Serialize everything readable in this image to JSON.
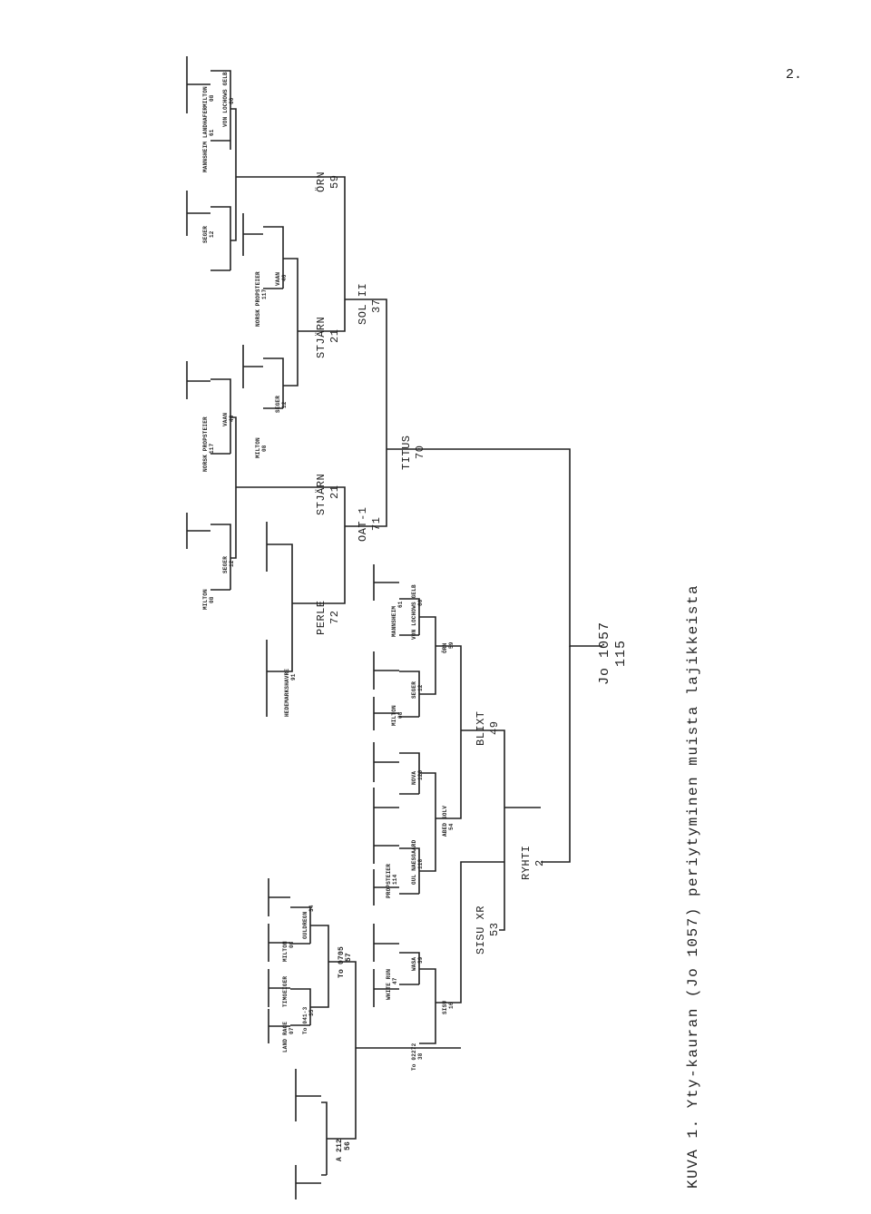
{
  "page_number": "2.",
  "caption": "KUVA 1.  Yty-kauran (Jo 1057) periytyminen muista lajikkeista",
  "top_ancestors": {
    "milton_a": [
      "MILTON",
      "08"
    ],
    "seger_a": [
      "SEGER",
      "12"
    ],
    "norsk_a": [
      "NORSK PROPSTEIER",
      "117"
    ],
    "vaan_a": [
      "VAAN",
      "46"
    ],
    "milton_b": [
      "MILTON",
      "08"
    ],
    "seger_b": [
      "SEGER",
      "12"
    ],
    "norsk_b": [
      "NORSK PROPSTEIER",
      "117"
    ],
    "vaan_b": [
      "VAAN",
      "46"
    ],
    "milton_c": [
      "MILTON",
      "08"
    ],
    "seger_c": [
      "SEGER",
      "12"
    ],
    "mannsheim_a": [
      "MANNSHEIM LANDHAFER",
      "61"
    ],
    "vonlochow_a": [
      "VON LOCHOWS GELB",
      "60"
    ],
    "hedemark": [
      "HEDEMARKSHAVRE",
      "91"
    ]
  },
  "top_parents": {
    "stjarn_a": [
      "STJÄRN",
      "21"
    ],
    "stjarn_b": [
      "STJÄRN",
      "21"
    ],
    "orn": [
      "ÖRN",
      "59"
    ],
    "perle": [
      "PERLE",
      "72"
    ],
    "sol": [
      "SOL II",
      "37"
    ],
    "oat": [
      "OAT-1",
      "71"
    ],
    "titus": [
      "TITUS",
      "70"
    ]
  },
  "bottom_ancestors": {
    "mannsheim_b": [
      "MANNSHEIM",
      "61"
    ],
    "vonlochow_b": [
      "VON LOCHOWS GELB",
      "60"
    ],
    "milton_d": [
      "MILTON",
      "08"
    ],
    "seger_d": [
      "SEGER",
      "12"
    ],
    "orn_b": [
      "ÖRN",
      "59"
    ],
    "nova": [
      "NOVA",
      "120"
    ],
    "propsteier": [
      "PROPSTEIER",
      "114"
    ],
    "gulnaesgaard": [
      "GUL NAESGAARD",
      "118"
    ],
    "abed": [
      "ABED SOLV",
      "54"
    ],
    "white": [
      "WHITE RUN",
      "47"
    ],
    "wasa": [
      "WASA",
      "39"
    ],
    "sisu16": [
      "SISU",
      "16"
    ],
    "to02272": [
      "To 02272",
      "38"
    ],
    "landrace": [
      "LAND RACE",
      "07"
    ],
    "timgeiger": [
      "TIMGEIGER",
      ""
    ],
    "to0413": [
      "To 041-3",
      "35"
    ],
    "milton_e": [
      "MILTON",
      "08"
    ],
    "guldregn": [
      "GULDREGN",
      "34"
    ],
    "to0705": [
      "To 0705",
      "57"
    ],
    "a212": [
      "A 212",
      "56"
    ]
  },
  "bottom_parents": {
    "blixt": [
      "BLIXT",
      "49"
    ],
    "sisuxr": [
      "SISU XR",
      "53"
    ],
    "ryhti": [
      "RYHTI",
      "2"
    ]
  },
  "root": [
    "Jo 1057",
    "115"
  ]
}
